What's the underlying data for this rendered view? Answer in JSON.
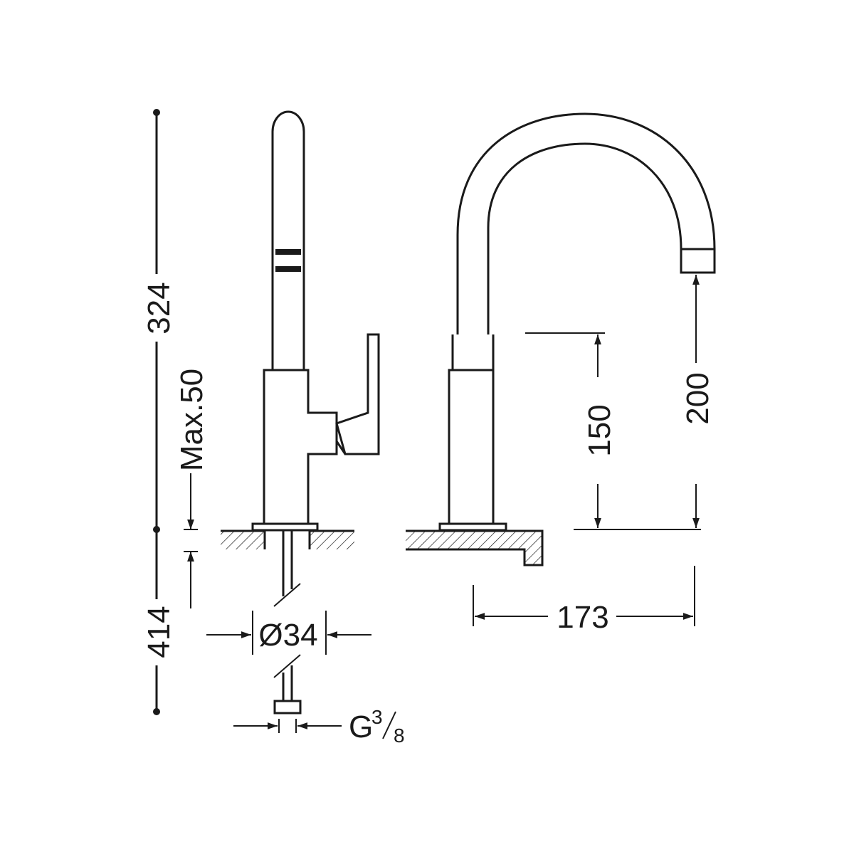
{
  "dimensions": {
    "total_height_label": "324",
    "below_counter_label": "414",
    "max_counter_thickness_label": "Max.50",
    "hole_diameter_label": "Ø34",
    "connection_label_prefix": "G",
    "connection_label_num": "3",
    "connection_label_den": "8",
    "spout_reach_label": "173",
    "spout_outlet_height_label": "200",
    "lever_height_label": "150"
  },
  "colors": {
    "line": "#1a1a1a",
    "background": "#ffffff"
  }
}
